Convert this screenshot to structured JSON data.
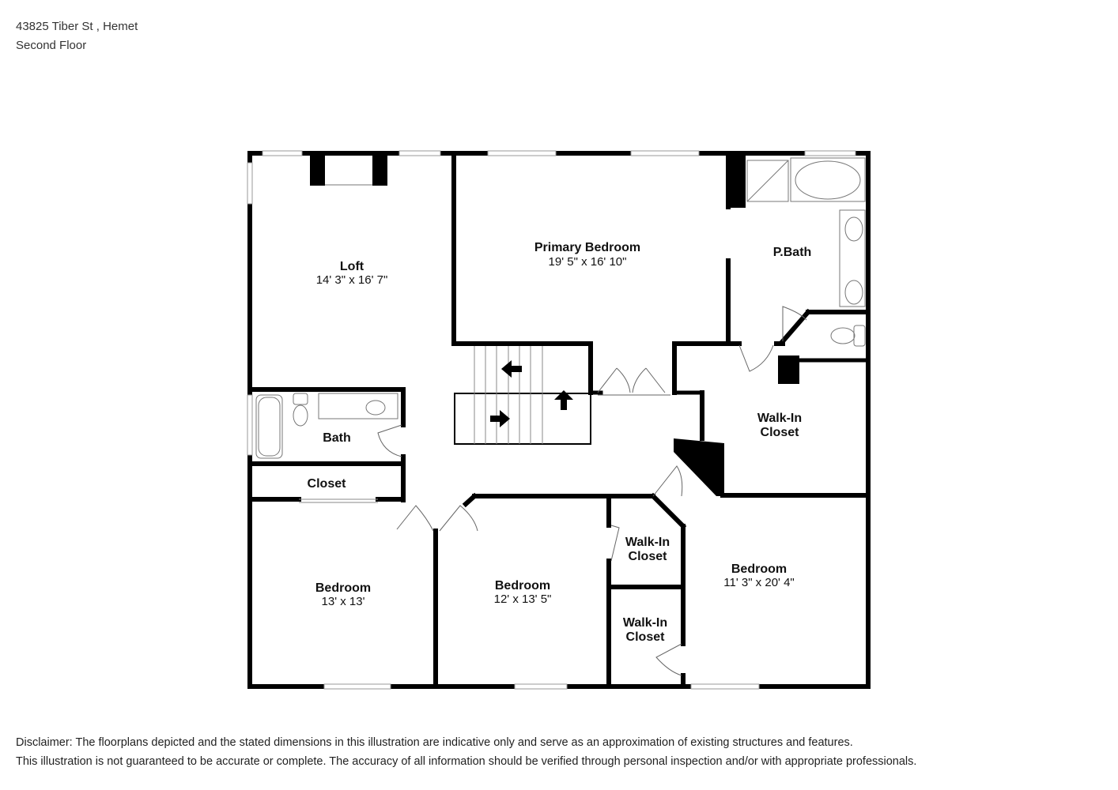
{
  "header": {
    "address": "43825 Tiber St , Hemet",
    "floor": "Second Floor"
  },
  "rooms": {
    "loft": {
      "name": "Loft",
      "dims": "14' 3\" x 16' 7\""
    },
    "primary_bedroom": {
      "name": "Primary Bedroom",
      "dims": "19' 5\" x 16' 10\""
    },
    "p_bath": {
      "name": "P.Bath"
    },
    "bath": {
      "name": "Bath"
    },
    "closet": {
      "name": "Closet"
    },
    "walkin_closet_primary": {
      "line1": "Walk-In",
      "line2": "Closet"
    },
    "walkin_closet_mid_upper": {
      "line1": "Walk-In",
      "line2": "Closet"
    },
    "walkin_closet_mid_lower": {
      "line1": "Walk-In",
      "line2": "Closet"
    },
    "bedroom_left": {
      "name": "Bedroom",
      "dims": "13' x 13'"
    },
    "bedroom_middle": {
      "name": "Bedroom",
      "dims": "12' x 13' 5\""
    },
    "bedroom_right": {
      "name": "Bedroom",
      "dims": "11' 3\" x 20' 4\""
    }
  },
  "disclaimer": {
    "line1": "Disclaimer: The floorplans depicted and the stated dimensions in this illustration are indicative only and serve as an approximation of existing structures and features.",
    "line2": "This illustration is not guaranteed to be accurate or complete. The accuracy of all information should be verified through personal inspection and/or with appropriate professionals."
  }
}
